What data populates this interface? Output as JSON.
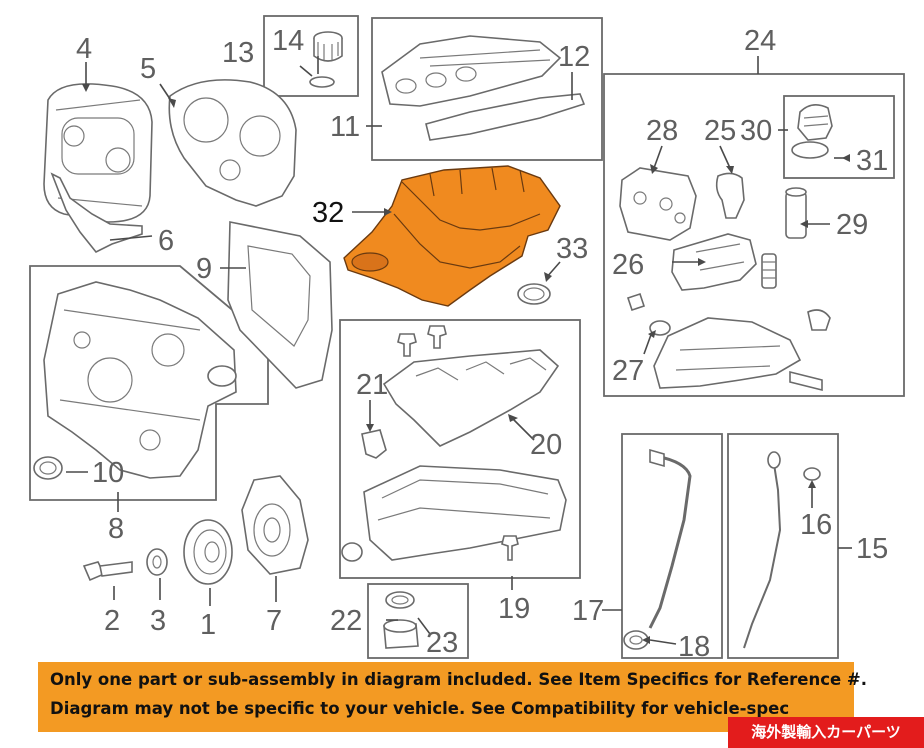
{
  "diagram": {
    "callouts": {
      "c1": "1",
      "c2": "2",
      "c3": "3",
      "c4": "4",
      "c5": "5",
      "c6": "6",
      "c7": "7",
      "c8": "8",
      "c9": "9",
      "c10": "10",
      "c11": "11",
      "c12": "12",
      "c13": "13",
      "c14": "14",
      "c15": "15",
      "c16": "16",
      "c17": "17",
      "c18": "18",
      "c19": "19",
      "c20": "20",
      "c21": "21",
      "c22": "22",
      "c23": "23",
      "c24": "24",
      "c25": "25",
      "c26": "26",
      "c27": "27",
      "c28": "28",
      "c29": "29",
      "c30": "30",
      "c31": "31",
      "c32": "32",
      "c33": "33"
    },
    "highlight_color": "#f08a1f"
  },
  "banner": {
    "line1": "Only one part or sub-assembly in diagram included. See Item Specifics for Reference #.",
    "line2": "Diagram may not be specific to your vehicle. See Compatibility for vehicle-spec",
    "background": "#f39a23"
  },
  "corner_tag": {
    "text": "海外製輸入カーパーツ",
    "background": "#e31c1c"
  }
}
